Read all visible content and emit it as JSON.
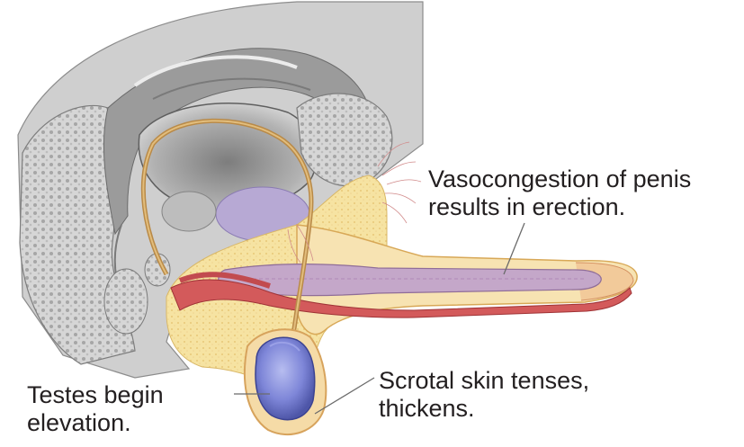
{
  "labels": {
    "vasocongestion": {
      "line1": "Vasocongestion of penis",
      "line2": "results in erection."
    },
    "testes": {
      "line1": "Testes begin",
      "line2": "elevation."
    },
    "scrotal": {
      "line1": "Scrotal skin tenses,",
      "line2": "thickens."
    }
  },
  "colors": {
    "background": "#ffffff",
    "pelvic_tissue": "#c9c9c9",
    "bone": "#d4d4d4",
    "erectile_tissue": "#f3dd94",
    "skin": "#f7e3b2",
    "spongy_body": "#c3a4c6",
    "muscle": "#d2565a",
    "testis": "#7e86d8",
    "ductus": "#c99a55",
    "bladder_shadow": "#a9a9a9",
    "label_text": "#231f20"
  }
}
